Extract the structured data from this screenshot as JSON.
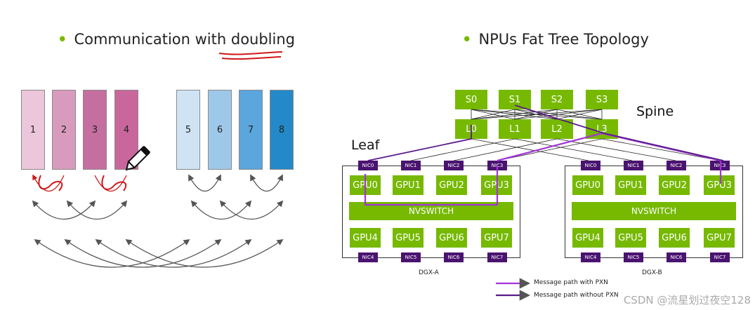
{
  "left": {
    "title": "Communication with doubling",
    "highlight_word": "doubling",
    "bars": [
      {
        "label": "1",
        "color": "#ecc6da"
      },
      {
        "label": "2",
        "color": "#d99bbd"
      },
      {
        "label": "3",
        "color": "#c56ea0"
      },
      {
        "label": "4",
        "color": "#c9679c"
      },
      {
        "label": "5",
        "color": "#cfe3f4"
      },
      {
        "label": "6",
        "color": "#9ec8ea"
      },
      {
        "label": "7",
        "color": "#5ba6dc"
      },
      {
        "label": "8",
        "color": "#2389c8"
      }
    ]
  },
  "right": {
    "title": "NPUs Fat Tree Topology",
    "spine_label": "Spine",
    "leaf_label": "Leaf",
    "spine_switches": [
      "S0",
      "S1",
      "S2",
      "S3"
    ],
    "leaf_switches": [
      "L0",
      "L1",
      "L2",
      "L3"
    ],
    "dgx_a": {
      "name": "DGX-A",
      "nics_top": [
        "NIC0",
        "NIC1",
        "NIC2",
        "NIC3"
      ],
      "nics_bottom": [
        "NIC4",
        "NIC5",
        "NIC6",
        "NIC7"
      ],
      "gpus_top": [
        "GPU0",
        "GPU1",
        "GPU2",
        "GPU3"
      ],
      "gpus_bottom": [
        "GPU4",
        "GPU5",
        "GPU6",
        "GPU7"
      ],
      "switch": "NVSWITCH"
    },
    "dgx_b": {
      "name": "DGX-B",
      "nics_top": [
        "NIC0",
        "NIC1",
        "NIC2",
        "NIC3"
      ],
      "nics_bottom": [
        "NIC4",
        "NIC5",
        "NIC6",
        "NIC7"
      ],
      "gpus_top": [
        "GPU0",
        "GPU1",
        "GPU2",
        "GPU3"
      ],
      "gpus_bottom": [
        "GPU4",
        "GPU5",
        "GPU6",
        "GPU7"
      ],
      "switch": "NVSWITCH"
    },
    "legend": [
      {
        "label": "Message path with PXN",
        "color": "#a235d8"
      },
      {
        "label": "Message path without PXN",
        "color": "#5a1b8a"
      }
    ],
    "colors": {
      "nvidia_green": "#76b900",
      "nic_purple": "#4a1370",
      "path_pxn": "#a235d8",
      "path_nopxn": "#5a1b8a"
    }
  },
  "watermark": "CSDN @流星划过夜空128",
  "icons": [
    "pencil-icon"
  ]
}
